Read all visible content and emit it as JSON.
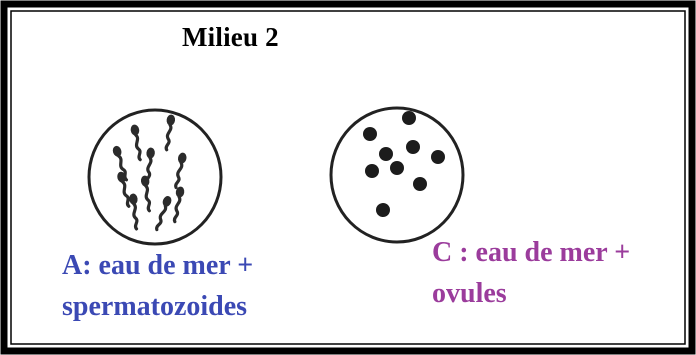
{
  "title": "Milieu 2",
  "colors": {
    "frame": "#000000",
    "label_a": "#3b49b4",
    "label_c": "#9b3c9c",
    "sperm": "#2b2b2b",
    "egg": "#1c1c1c"
  },
  "dishes": [
    {
      "id": "A",
      "content": "spermatozoides",
      "label_lines": [
        "A: eau de mer +",
        "spermatozoides"
      ]
    },
    {
      "id": "C",
      "content": "ovules",
      "label_lines": [
        "C : eau de mer +",
        "ovules"
      ]
    }
  ]
}
